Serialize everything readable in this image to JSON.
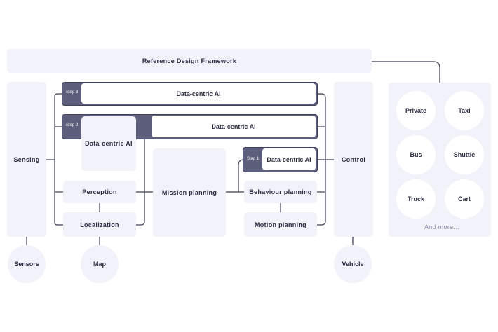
{
  "framework": {
    "title": "Reference Design Framework"
  },
  "sensing": {
    "label": "Sensing"
  },
  "control": {
    "label": "Control"
  },
  "steps": {
    "step3": {
      "tag": "Step 3",
      "label": "Data-centric AI"
    },
    "step2": {
      "tag": "Step 2",
      "label": "Data-centric AI"
    },
    "step1": {
      "tag": "Step 1",
      "label": "Data-centric AI"
    }
  },
  "modules": {
    "data_centric_left": "Data-centric AI",
    "perception": "Perception",
    "localization": "Localization",
    "mission_planning": "Mission planning",
    "behaviour_planning": "Behaviour planning",
    "motion_planning": "Motion planning"
  },
  "bottom": {
    "sensors": "Sensors",
    "map": "Map",
    "vehicle": "Vehicle"
  },
  "vehicles": {
    "items": [
      "Private",
      "Taxi",
      "Bus",
      "Shuttle",
      "Truck",
      "Cart"
    ],
    "more": "And more..."
  },
  "colors": {
    "panel": "#f2f2fb",
    "step": "#5c5e7b",
    "line": "#3a3c52"
  }
}
